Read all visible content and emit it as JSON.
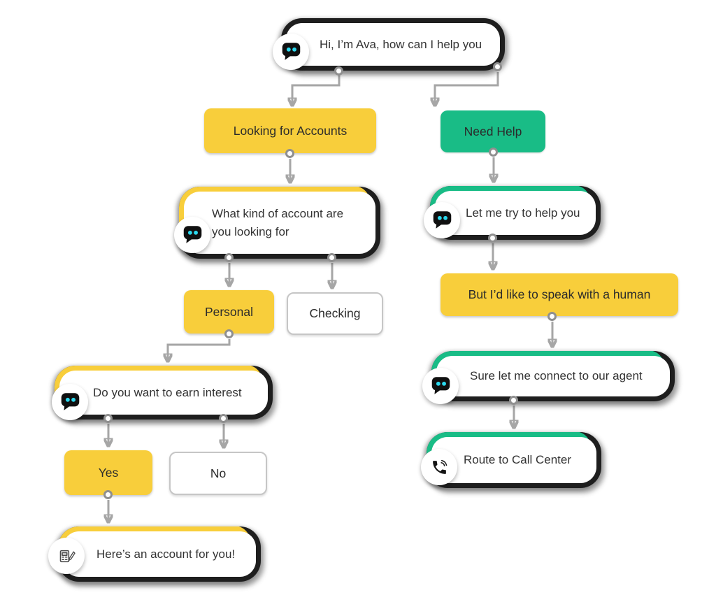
{
  "title": "Ava chatbot conversation flow",
  "colors": {
    "yellow": "#F8CE3B",
    "green": "#19BC86",
    "wire": "#A6A6A6",
    "ink": "#1E1E1E",
    "text": "#333333",
    "eye": "#2BD9EF"
  },
  "nodes": {
    "greeting": {
      "label": "Hi, I’m Ava, how can I help you",
      "icon": "bot-icon"
    },
    "looking_for_accounts": {
      "label": "Looking for Accounts"
    },
    "need_help": {
      "label": "Need Help"
    },
    "account_kind_question": {
      "label": "What kind of account are you looking for",
      "icon": "bot-icon"
    },
    "personal": {
      "label": "Personal"
    },
    "checking": {
      "label": "Checking"
    },
    "earn_interest_question": {
      "label": "Do you want to earn interest",
      "icon": "bot-icon"
    },
    "yes": {
      "label": "Yes"
    },
    "no": {
      "label": "No"
    },
    "account_result": {
      "label": "Here’s an account for you!",
      "icon": "document-pencil-icon"
    },
    "help_intro": {
      "label": "Let me try to help you",
      "icon": "bot-icon"
    },
    "speak_with_human": {
      "label": "But I’d like to speak with a human"
    },
    "connect_agent": {
      "label": "Sure let me connect to our agent",
      "icon": "bot-icon"
    },
    "route_call_center": {
      "label": "Route to Call Center",
      "icon": "phone-icon"
    }
  },
  "edges": [
    {
      "from": "greeting",
      "to": "looking_for_accounts"
    },
    {
      "from": "greeting",
      "to": "need_help"
    },
    {
      "from": "looking_for_accounts",
      "to": "account_kind_question"
    },
    {
      "from": "account_kind_question",
      "to": "personal"
    },
    {
      "from": "account_kind_question",
      "to": "checking"
    },
    {
      "from": "personal",
      "to": "earn_interest_question"
    },
    {
      "from": "earn_interest_question",
      "to": "yes"
    },
    {
      "from": "earn_interest_question",
      "to": "no"
    },
    {
      "from": "yes",
      "to": "account_result"
    },
    {
      "from": "need_help",
      "to": "help_intro"
    },
    {
      "from": "help_intro",
      "to": "speak_with_human"
    },
    {
      "from": "speak_with_human",
      "to": "connect_agent"
    },
    {
      "from": "connect_agent",
      "to": "route_call_center"
    }
  ]
}
